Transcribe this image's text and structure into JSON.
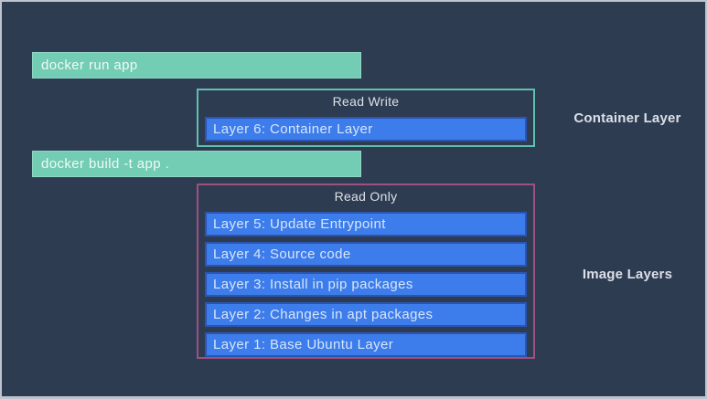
{
  "frame": {
    "background": "#2e3c52",
    "border_color": "#bdc3cf"
  },
  "colors": {
    "teal_bar": "#73ccb4",
    "teal_box_border": "#5fc0ae",
    "pink_box_border": "#9e5180",
    "blue_layer_fill": "#3d7ceb",
    "blue_layer_border": "#2c55b2",
    "label_text": "#dbe0e7"
  },
  "commands": [
    {
      "label": "docker run app"
    },
    {
      "label": "docker build -t app ."
    }
  ],
  "container_section": {
    "box_title": "Read Write",
    "layers": [
      "Layer 6: Container Layer"
    ],
    "side_label": "Container Layer"
  },
  "image_section": {
    "box_title": "Read Only",
    "layers": [
      "Layer 5: Update Entrypoint",
      "Layer 4: Source code",
      "Layer 3: Install in pip packages",
      "Layer 2: Changes in apt packages",
      "Layer 1: Base Ubuntu Layer"
    ],
    "side_label": "Image Layers"
  }
}
